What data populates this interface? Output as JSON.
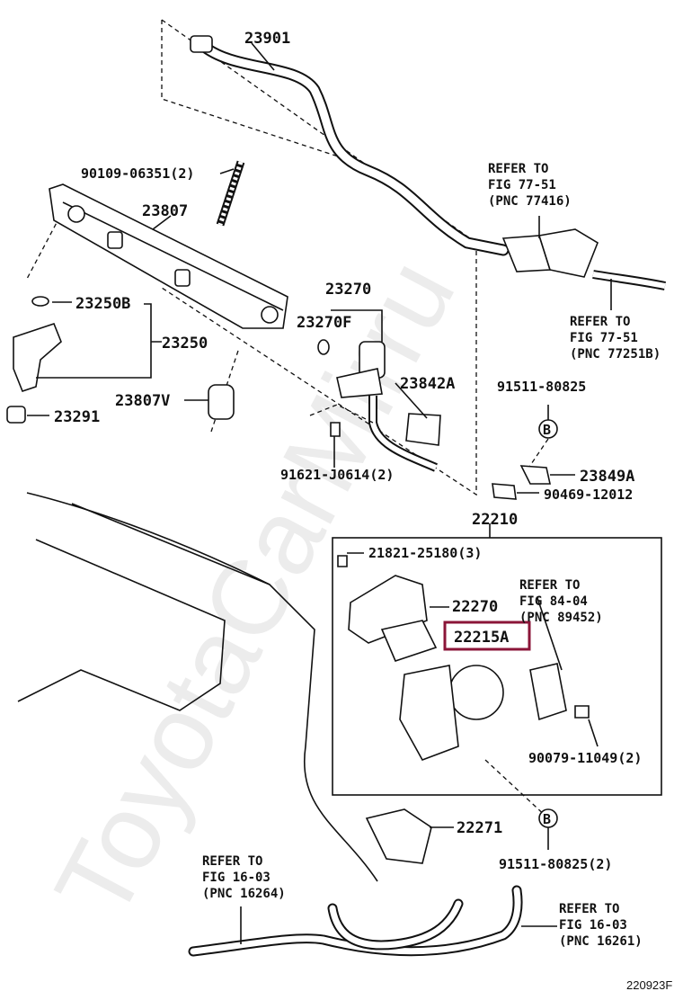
{
  "watermark": "ToyotaCarMirru",
  "diagram_code": "220923F",
  "highlight_color": "#8b1538",
  "parts": {
    "p23901": "23901",
    "p90109": "90109-06351(2)",
    "p23807": "23807",
    "p23250B": "23250B",
    "p23250": "23250",
    "p23807V": "23807V",
    "p23291": "23291",
    "p23270": "23270",
    "p23270F": "23270F",
    "p23842A": "23842A",
    "p91621": "91621-J0614(2)",
    "p91511a": "91511-80825",
    "circleB": "B",
    "p23849A": "23849A",
    "p90469": "90469-12012",
    "p22210": "22210",
    "p21821": "21821-25180(3)",
    "p22270": "22270",
    "p22215A": "22215A",
    "p90079": "90079-11049(2)",
    "p22271": "22271",
    "p91511b": "91511-80825(2)"
  },
  "refs": {
    "r1": [
      "REFER TO",
      "FIG 77-51",
      "(PNC 77416)"
    ],
    "r2": [
      "REFER TO",
      "FIG 77-51",
      "(PNC 77251B)"
    ],
    "r3": [
      "REFER TO",
      "FIG 84-04",
      "(PNC 89452)"
    ],
    "r4": [
      "REFER TO",
      "FIG 16-03",
      "(PNC 16264)"
    ],
    "r5": [
      "REFER TO",
      "FIG 16-03",
      "(PNC 16261)"
    ]
  }
}
